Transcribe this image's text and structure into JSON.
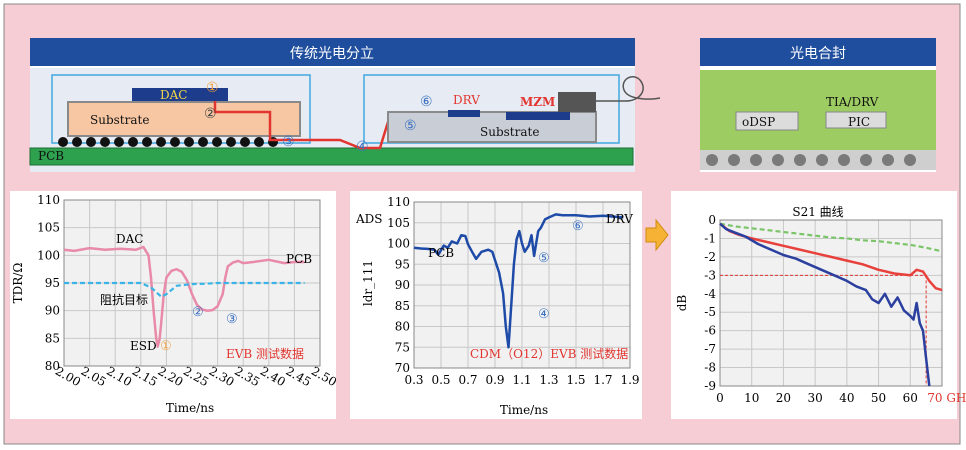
{
  "top": {
    "left_banner": "传统光电分立",
    "right_banner": "光电合封",
    "labels": {
      "dac": "DAC",
      "substrate_left": "Substrate",
      "substrate_right": "Substrate",
      "pcb": "PCB",
      "drv": "DRV",
      "mzm": "MZM",
      "odsp": "oDSP",
      "tia_drv": "TIA/DRV",
      "pic": "PIC",
      "m1": "①",
      "m2": "②",
      "m3": "③",
      "m4": "④",
      "m5": "⑤",
      "m6": "⑥"
    }
  },
  "chart_data": [
    {
      "type": "line",
      "ylabel": "TDR/Ω",
      "xlabel": "Time/ns",
      "xlim": [
        2.0,
        2.5
      ],
      "ylim": [
        80,
        110
      ],
      "xticks": [
        "2.00",
        "2.05",
        "2.10",
        "2.15",
        "2.20",
        "2.25",
        "2.30",
        "2.35",
        "2.40",
        "2.45",
        "2.50"
      ],
      "yticks": [
        "80",
        "85",
        "90",
        "95",
        "100",
        "105",
        "110"
      ],
      "annotations": {
        "dac": "DAC",
        "pcb": "PCB",
        "target": "阻抗目标",
        "esd": "ESD",
        "esd_mark": "①",
        "m2": "②",
        "m3": "③",
        "note": "EVB 测试数据"
      },
      "series": [
        {
          "color": "#e88aa8",
          "x": [
            2.0,
            2.02,
            2.05,
            2.08,
            2.11,
            2.14,
            2.155,
            2.165,
            2.17,
            2.175,
            2.18,
            2.183,
            2.187,
            2.19,
            2.195,
            2.2,
            2.21,
            2.22,
            2.23,
            2.24,
            2.25,
            2.26,
            2.27,
            2.28,
            2.29,
            2.3,
            2.31,
            2.315,
            2.32,
            2.33,
            2.34,
            2.35,
            2.37,
            2.4,
            2.43,
            2.45,
            2.47
          ],
          "y": [
            101,
            100.8,
            101.3,
            101,
            101.2,
            101,
            101.5,
            100,
            96,
            90,
            85,
            83.5,
            85,
            88,
            93,
            96,
            97.2,
            97.5,
            97,
            95.5,
            93,
            91,
            90.2,
            90,
            90.1,
            90.8,
            93,
            96,
            98,
            98.7,
            99,
            98.6,
            98.8,
            99.2,
            98.6,
            98.8,
            98.8
          ]
        },
        {
          "color": "#39b4e6",
          "dashed": true,
          "x": [
            2.0,
            2.1,
            2.15,
            2.17,
            2.19,
            2.2,
            2.22,
            2.25,
            2.28,
            2.3,
            2.32,
            2.35,
            2.4,
            2.47
          ],
          "y": [
            95,
            95,
            95,
            94.2,
            92.5,
            93,
            94.5,
            94.8,
            94.9,
            95,
            95,
            95,
            95,
            95
          ]
        }
      ]
    },
    {
      "type": "line",
      "ylabel": "ldr_111",
      "xlabel": "Time/ns",
      "xlim": [
        0.3,
        1.9
      ],
      "ylim": [
        70,
        110
      ],
      "xticks": [
        "0.3",
        "0.5",
        "0.7",
        "0.9",
        "1.1",
        "1.3",
        "1.5",
        "1.7",
        "1.9"
      ],
      "yticks": [
        "70",
        "75",
        "80",
        "85",
        "90",
        "95",
        "100",
        "105",
        "110"
      ],
      "annotations": {
        "ads": "ADS",
        "pcb": "PCB",
        "drv": "DRV",
        "m4": "④",
        "m5": "⑤",
        "m6": "⑥",
        "note": "CDM（O12）EVB 测试数据"
      },
      "series": [
        {
          "color": "#1e4aa8",
          "x": [
            0.3,
            0.35,
            0.4,
            0.45,
            0.48,
            0.52,
            0.55,
            0.58,
            0.62,
            0.65,
            0.68,
            0.7,
            0.73,
            0.76,
            0.8,
            0.85,
            0.88,
            0.9,
            0.93,
            0.96,
            0.98,
            1.0,
            1.02,
            1.04,
            1.06,
            1.08,
            1.1,
            1.12,
            1.15,
            1.17,
            1.19,
            1.22,
            1.24,
            1.27,
            1.3,
            1.35,
            1.4,
            1.5,
            1.6,
            1.7,
            1.85
          ],
          "y": [
            99,
            98.8,
            98.7,
            98.5,
            97.3,
            99.5,
            99,
            100.5,
            100,
            102,
            101.8,
            99.8,
            98,
            96.3,
            98,
            98.5,
            98,
            96,
            93,
            88,
            80,
            75,
            85,
            95,
            101,
            103,
            100,
            98,
            99.5,
            102,
            97,
            103,
            103.8,
            105.8,
            106.3,
            107,
            106.8,
            106.8,
            106.5,
            106.7,
            106.3
          ]
        }
      ]
    },
    {
      "type": "line",
      "title": "S21 曲线",
      "ylabel": "dB",
      "xlabel": "",
      "xlim": [
        0,
        70
      ],
      "ylim": [
        -9,
        0
      ],
      "xticks": [
        "0",
        "10",
        "20",
        "30",
        "40",
        "50",
        "60",
        "70 GHz"
      ],
      "yticks": [
        "0",
        "-1",
        "-2",
        "-3",
        "-4",
        "-5",
        "-6",
        "-7",
        "-8",
        "-9"
      ],
      "reference": {
        "y": -3,
        "x": 65
      },
      "series": [
        {
          "color": "#7cc46a",
          "dashed": true,
          "x": [
            0,
            5,
            10,
            15,
            20,
            25,
            30,
            35,
            40,
            45,
            50,
            55,
            60,
            65,
            70
          ],
          "y": [
            -0.2,
            -0.35,
            -0.45,
            -0.55,
            -0.65,
            -0.75,
            -0.85,
            -0.95,
            -1.0,
            -1.1,
            -1.15,
            -1.25,
            -1.35,
            -1.5,
            -1.7
          ]
        },
        {
          "color": "#e8413c",
          "x": [
            0,
            3,
            6,
            10,
            15,
            20,
            25,
            30,
            35,
            40,
            45,
            50,
            55,
            60,
            62,
            64,
            66,
            68,
            70
          ],
          "y": [
            -0.2,
            -0.6,
            -0.8,
            -1.0,
            -1.2,
            -1.4,
            -1.6,
            -1.8,
            -2.0,
            -2.2,
            -2.4,
            -2.7,
            -2.9,
            -3.0,
            -2.7,
            -2.8,
            -3.3,
            -3.7,
            -3.8
          ]
        },
        {
          "color": "#2b3f9e",
          "x": [
            0,
            2,
            5,
            8,
            12,
            16,
            20,
            24,
            28,
            32,
            36,
            40,
            43,
            46,
            48,
            50,
            52,
            54,
            56,
            58,
            60,
            61,
            62,
            63,
            64,
            65,
            66
          ],
          "y": [
            -0.2,
            -0.5,
            -0.7,
            -0.9,
            -1.3,
            -1.6,
            -1.9,
            -2.1,
            -2.4,
            -2.7,
            -3.0,
            -3.3,
            -3.6,
            -3.8,
            -4.3,
            -4.5,
            -4.0,
            -4.7,
            -4.2,
            -4.9,
            -5.2,
            -5.4,
            -4.5,
            -5.6,
            -6.0,
            -7.5,
            -9.0
          ]
        }
      ]
    }
  ]
}
